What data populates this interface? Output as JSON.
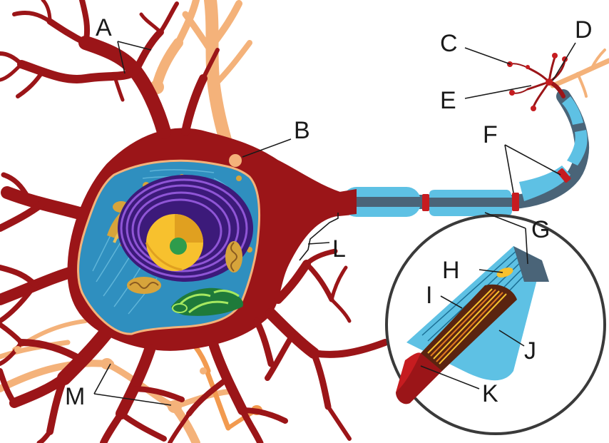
{
  "labels": {
    "A": "A",
    "B": "B",
    "C": "C",
    "D": "D",
    "E": "E",
    "F": "F",
    "G": "G",
    "H": "H",
    "I": "I",
    "J": "J",
    "K": "K",
    "L": "L",
    "M": "M"
  },
  "colors": {
    "neuron_body": "#9b1518",
    "synapse_dendrite": "#f4b27a",
    "synapse_dark": "#f29a4f",
    "cytoplasm": "#2f8fbf",
    "cytoplasm_light": "#5fb5d9",
    "nucleus_purple": "#3c1a7a",
    "er_purple": "#8f55d6",
    "nucleolus": "#f7c12e",
    "nucleolus_dark": "#e0a020",
    "nucleolus_core": "#2e9c4c",
    "golgi": "#d7a43b",
    "axon_core": "#4a6478",
    "myelin": "#5ec1e4",
    "node_ranvier": "#c61c20",
    "inset_border": "#3a3a3a",
    "label_text": "#1a1a1a"
  },
  "icons": [
    "neuron-diagram",
    "axon-cross-section-inset"
  ]
}
